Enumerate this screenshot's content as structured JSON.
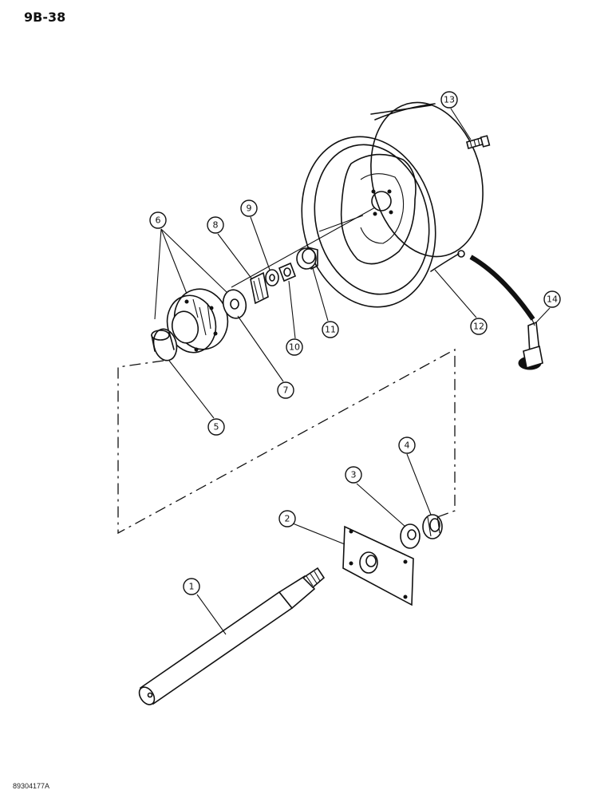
{
  "page": {
    "number": "9B-38",
    "figure_code": "89304177A"
  },
  "callouts": [
    "1",
    "2",
    "3",
    "4",
    "5",
    "6",
    "7",
    "8",
    "9",
    "10",
    "11",
    "12",
    "13",
    "14"
  ],
  "colors": {
    "ink": "#111111",
    "paper": "#ffffff"
  }
}
